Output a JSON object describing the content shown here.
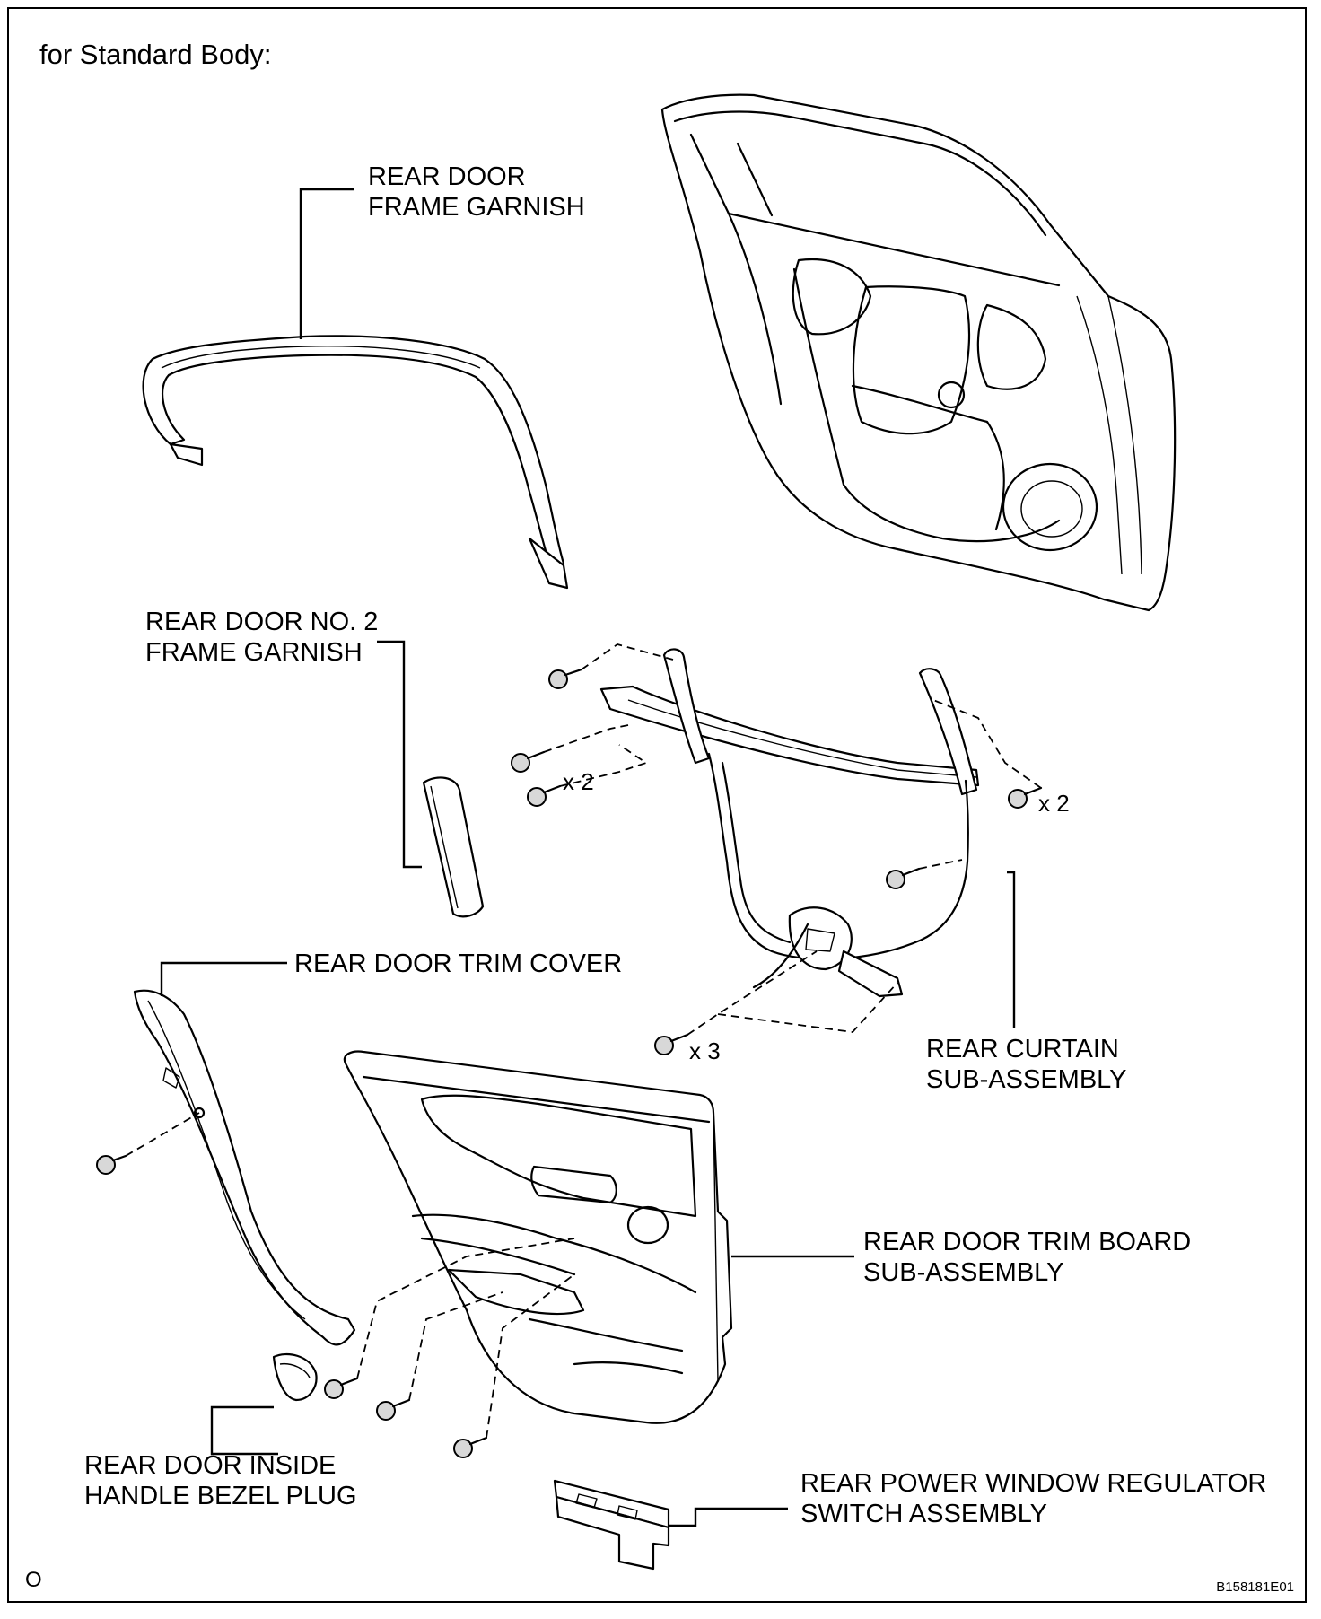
{
  "diagram": {
    "title": "for Standard Body:",
    "labels": {
      "rear_door_frame_garnish": "REAR DOOR\nFRAME GARNISH",
      "rear_door_no2_frame_garnish": "REAR DOOR NO. 2\nFRAME GARNISH",
      "rear_door_trim_cover": "REAR DOOR TRIM COVER",
      "rear_curtain_sub_assembly": "REAR CURTAIN\nSUB-ASSEMBLY",
      "rear_door_trim_board_sub_assembly": "REAR DOOR TRIM BOARD\nSUB-ASSEMBLY",
      "rear_door_inside_handle_bezel_plug": "REAR DOOR INSIDE\nHANDLE BEZEL PLUG",
      "rear_power_window_regulator_switch_assembly": "REAR POWER WINDOW REGULATOR\nSWITCH ASSEMBLY"
    },
    "quantities": {
      "curtain_left_screws": "x 2",
      "curtain_right_screws": "x 2",
      "curtain_bottom_screws": "x 3"
    },
    "footer": {
      "left": "O",
      "code": "B158181E01"
    }
  }
}
